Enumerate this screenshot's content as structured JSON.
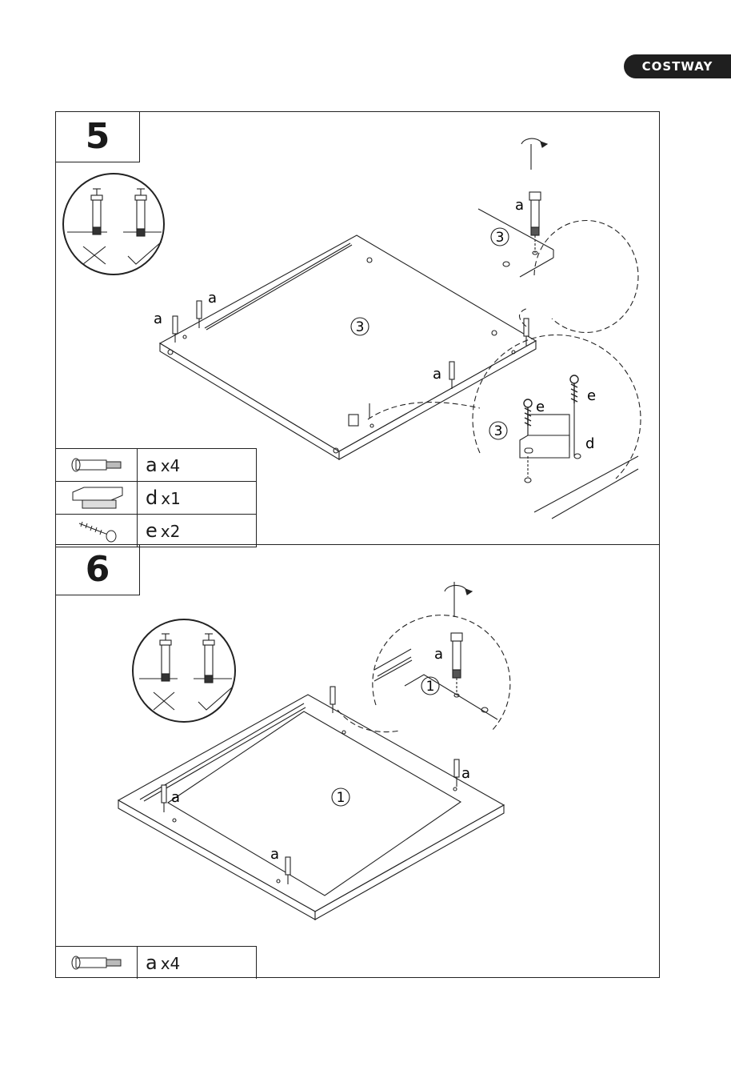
{
  "brand": {
    "name": "COSTWAY"
  },
  "step5": {
    "number": "5",
    "panel_label": "3",
    "detail_label_top": "3",
    "detail_label_bottom": "3",
    "callouts": [
      "a",
      "a",
      "a"
    ],
    "detail_callouts": {
      "top_a": "a",
      "e1": "e",
      "e2": "e",
      "d": "d"
    },
    "parts": [
      {
        "letter": "a",
        "qty": "x4",
        "icon": "cam-dowel-icon"
      },
      {
        "letter": "d",
        "qty": "x1",
        "icon": "magnetic-catch-icon"
      },
      {
        "letter": "e",
        "qty": "x2",
        "icon": "screw-icon"
      }
    ]
  },
  "step6": {
    "number": "6",
    "panel_label": "1",
    "detail_label": "1",
    "callouts": [
      "a",
      "a",
      "a",
      "a"
    ],
    "detail_callouts": {
      "top_a": "a"
    },
    "parts": [
      {
        "letter": "a",
        "qty": "x4",
        "icon": "cam-dowel-icon"
      }
    ]
  }
}
